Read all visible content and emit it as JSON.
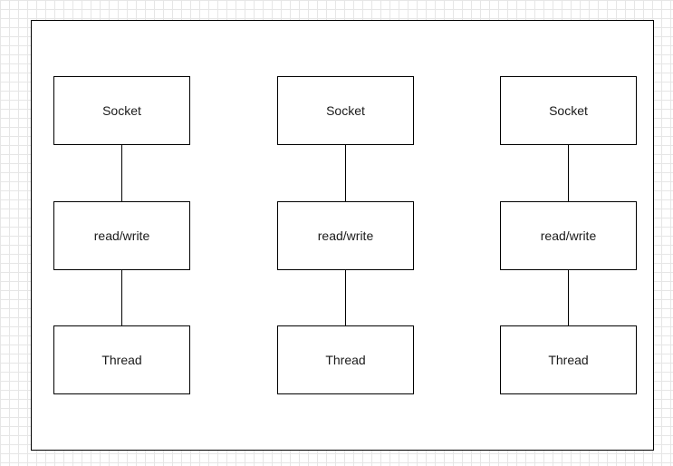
{
  "diagram": {
    "columns": [
      {
        "socket_label": "Socket",
        "rw_label": "read/write",
        "thread_label": "Thread"
      },
      {
        "socket_label": "Socket",
        "rw_label": "read/write",
        "thread_label": "Thread"
      },
      {
        "socket_label": "Socket",
        "rw_label": "read/write",
        "thread_label": "Thread"
      }
    ],
    "colors": {
      "stroke": "#000000",
      "fill": "#ffffff",
      "grid": "#e6e6e6"
    }
  }
}
